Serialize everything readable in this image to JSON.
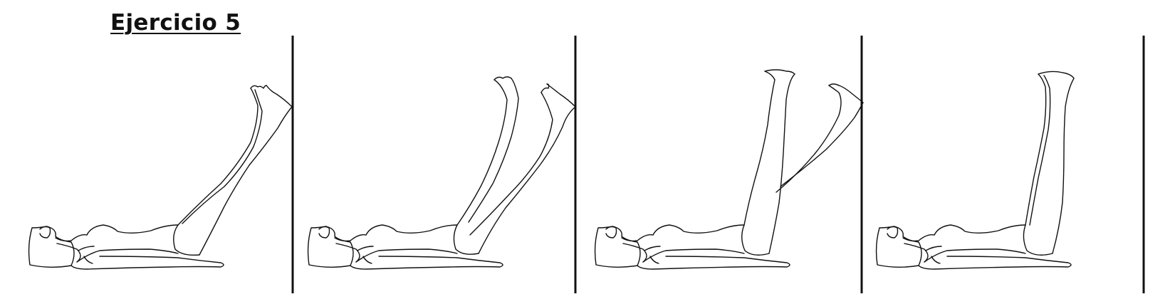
{
  "page": {
    "title": "Ejercicio 5"
  },
  "colors": {
    "ink": "#111111",
    "background": "#ffffff"
  },
  "figures": [
    {
      "step": 1,
      "legs": "both-together",
      "angle": "low-diagonal"
    },
    {
      "step": 2,
      "legs": "slightly-apart",
      "angle": "diagonal"
    },
    {
      "step": 3,
      "legs": "one-vertical-one-diagonal",
      "angle": "mixed"
    },
    {
      "step": 4,
      "legs": "both-together",
      "angle": "vertical"
    }
  ]
}
